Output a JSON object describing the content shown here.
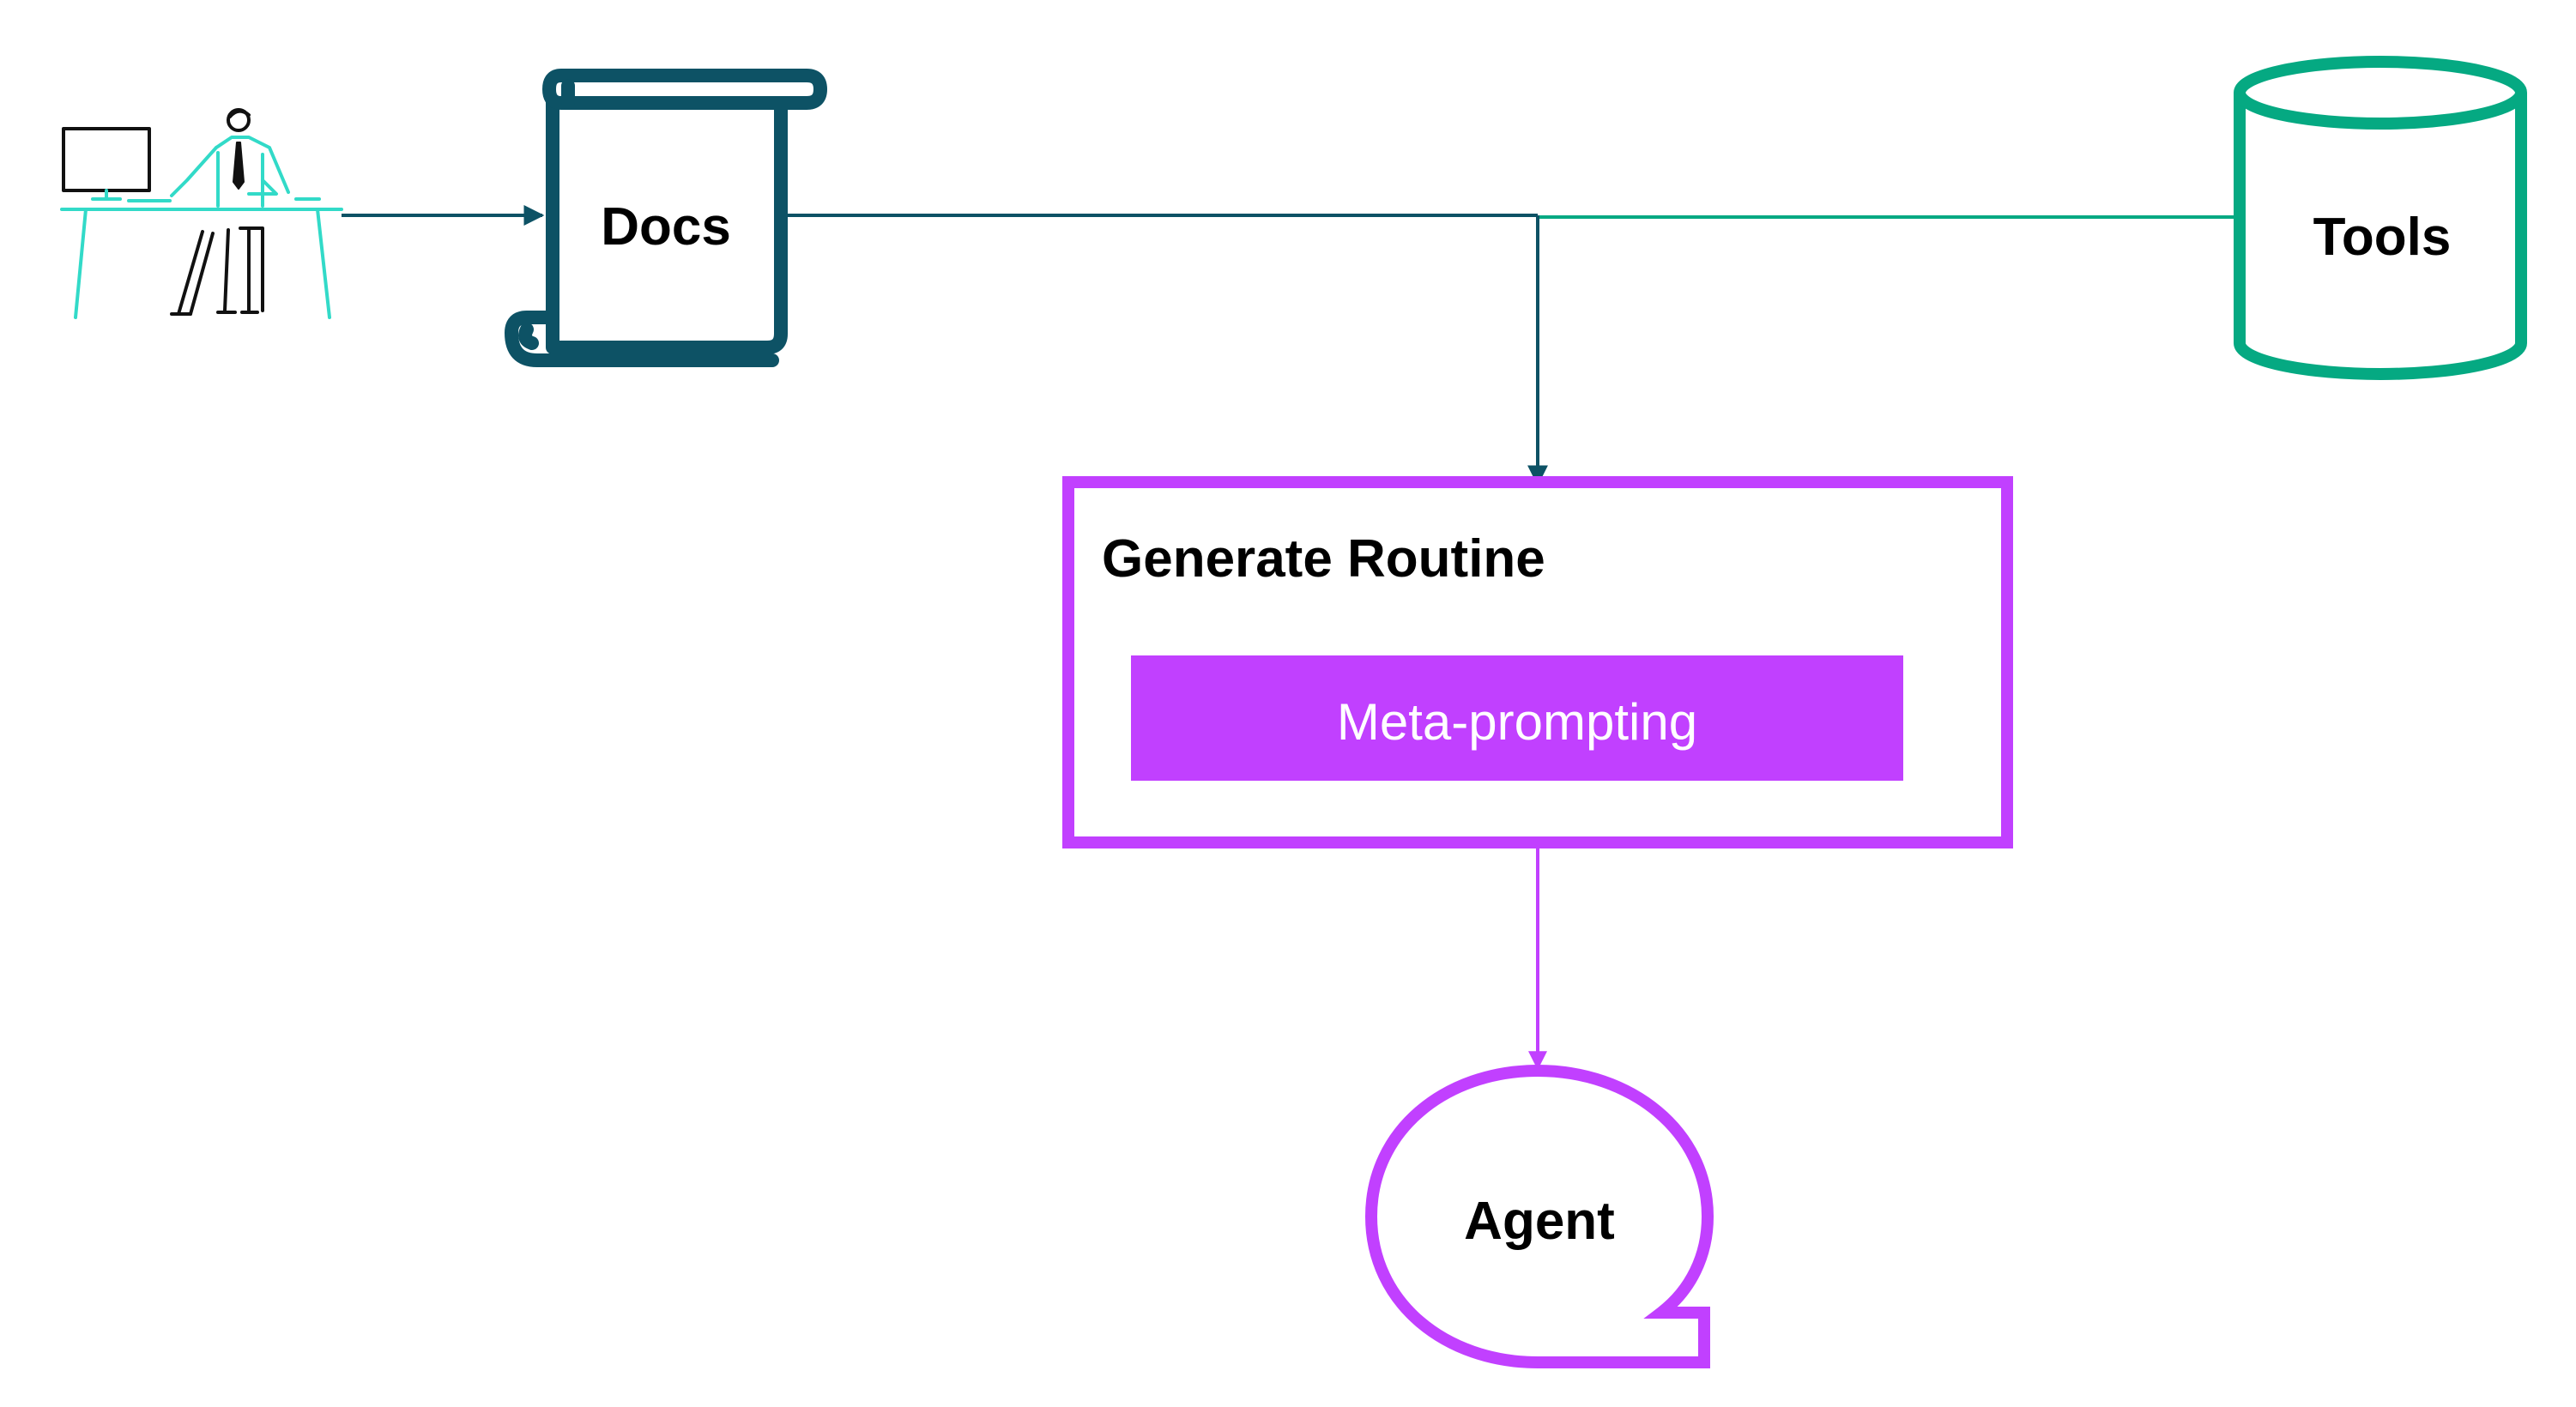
{
  "nodes": {
    "docs": {
      "label": "Docs"
    },
    "tools": {
      "label": "Tools"
    },
    "generate_routine": {
      "title": "Generate Routine",
      "inner_step": {
        "label": "Meta-prompting"
      }
    },
    "agent": {
      "label": "Agent"
    }
  },
  "icons": {
    "person": "person-at-desk-icon",
    "docs": "scroll-icon",
    "tools": "database-cylinder-icon",
    "agent": "speech-bubble-icon"
  },
  "colors": {
    "docs_blue": "#0d5265",
    "tools_green": "#05a982",
    "person_teal": "#32dac8",
    "routine_purple": "#c140ff",
    "inner_text": "#ffffff",
    "text": "#000000"
  }
}
